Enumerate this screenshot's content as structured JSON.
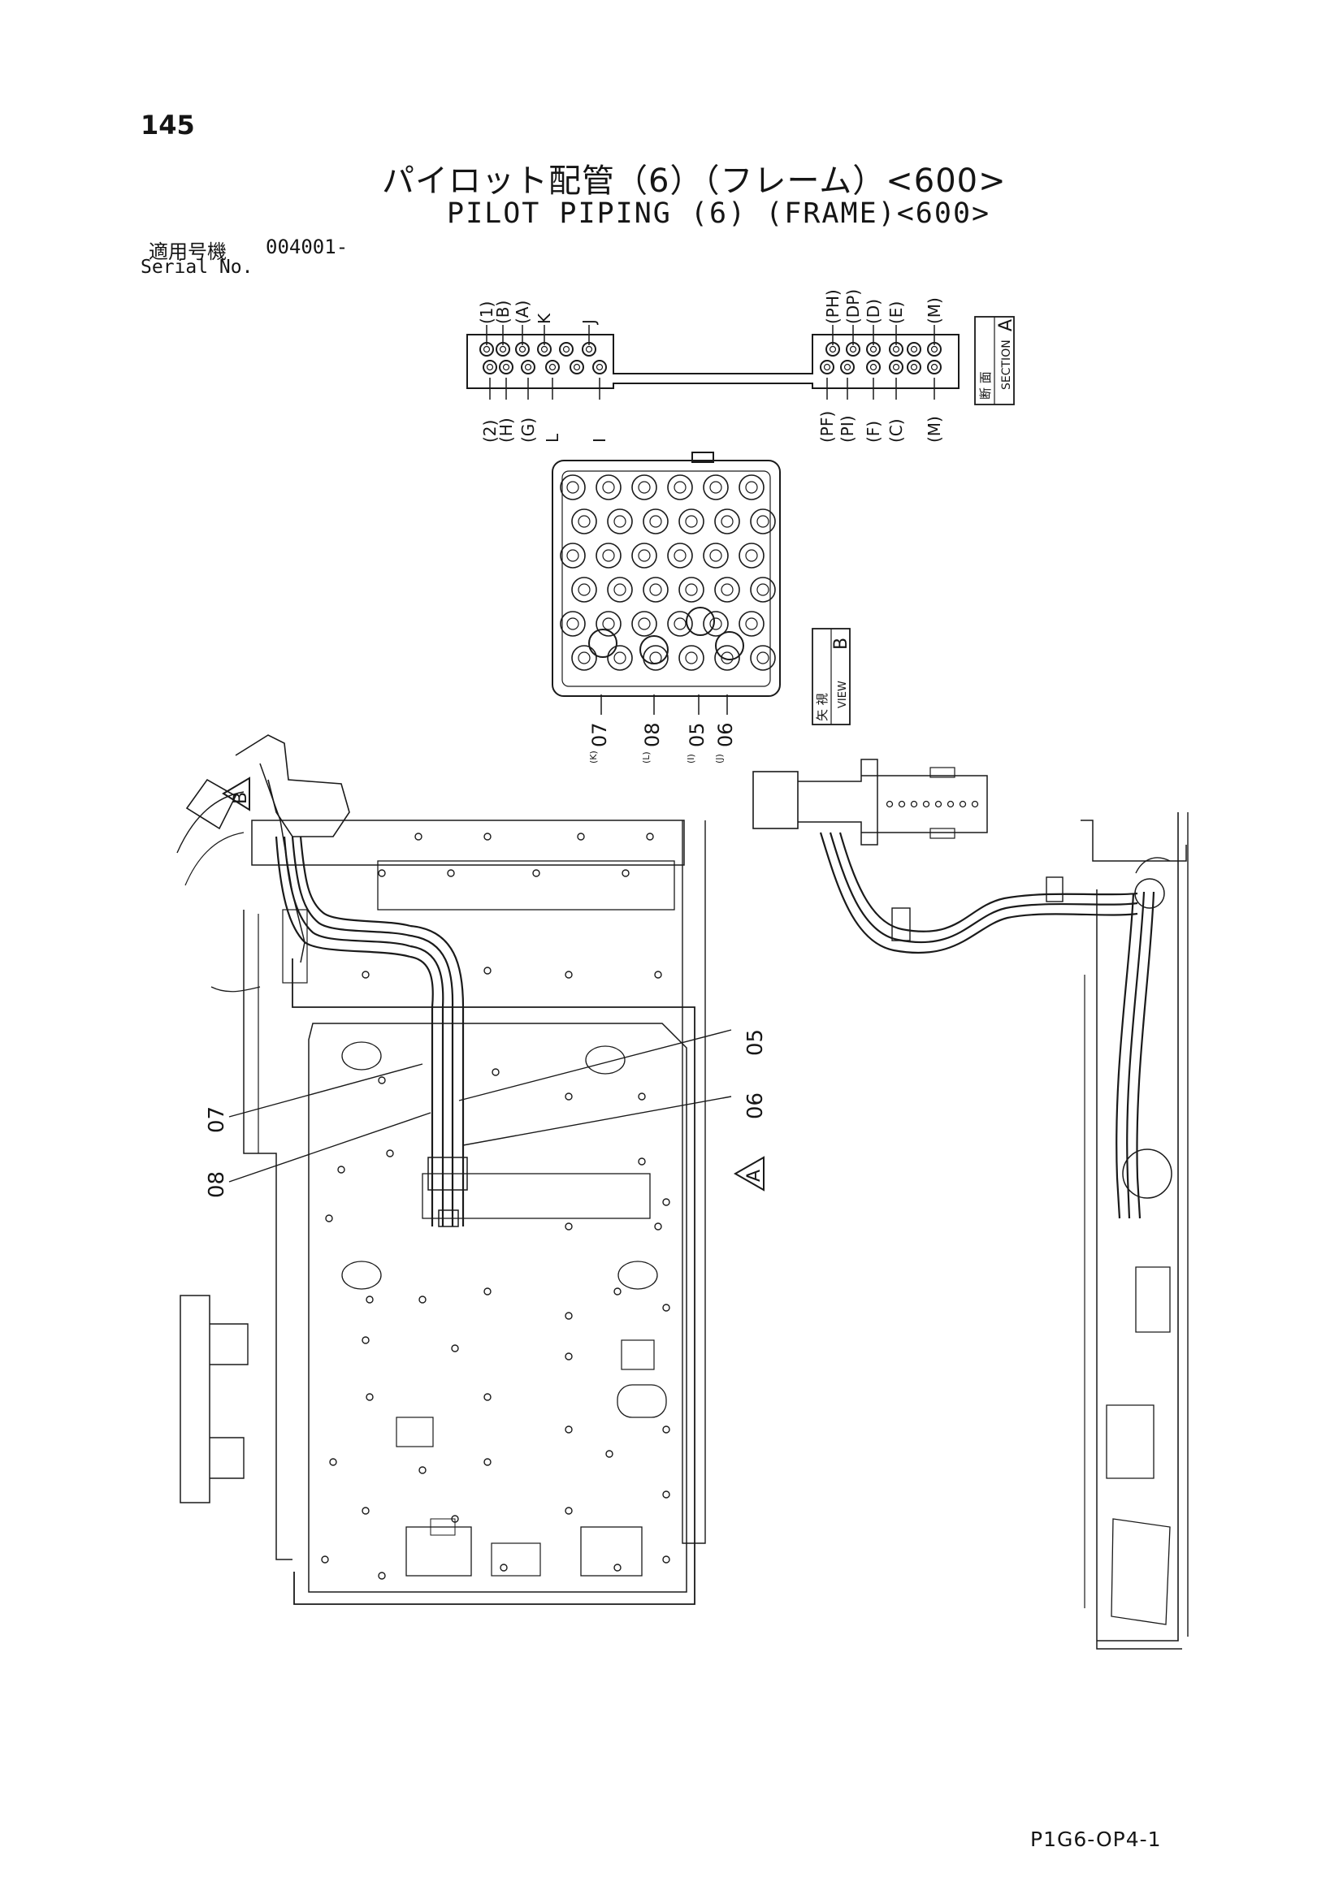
{
  "page_number": "145",
  "title_ja": "パイロット配管（6）（フレーム）<600>",
  "title_en": "PILOT PIPING (6) (FRAME)<600>",
  "serial": {
    "label_ja": "適用号機",
    "value": "004001-",
    "label_en": "Serial No."
  },
  "section_a": {
    "tag_ja": "断 面",
    "tag_en": "SECTION",
    "tag_letter": "A",
    "left_top_labels": [
      "(1)",
      "(B)",
      "(A)",
      "K",
      "J"
    ],
    "left_bottom_labels": [
      "(2)",
      "(H)",
      "(G)",
      "L",
      "I"
    ],
    "right_top_labels": [
      "(PH)",
      "(DP)",
      "(D)",
      "(E)",
      "(M)"
    ],
    "right_bottom_labels": [
      "(PF)",
      "(PI)",
      "(F)",
      "(C)",
      "(M)"
    ]
  },
  "view_b": {
    "tag_ja": "矢 視",
    "tag_en": "VIEW",
    "tag_letter": "B",
    "part_labels": [
      "07",
      "08",
      "05",
      "06"
    ],
    "port_labels": [
      "(K)",
      "(L)",
      "(I)",
      "(J)"
    ]
  },
  "callouts": {
    "part_05": "05",
    "part_06": "06",
    "part_07": "07",
    "part_08": "08",
    "marker_a": "A",
    "marker_b": "B"
  },
  "doc_code": "P1G6-OP4-1",
  "colors": {
    "ink": "#151515",
    "paper": "#ffffff"
  }
}
